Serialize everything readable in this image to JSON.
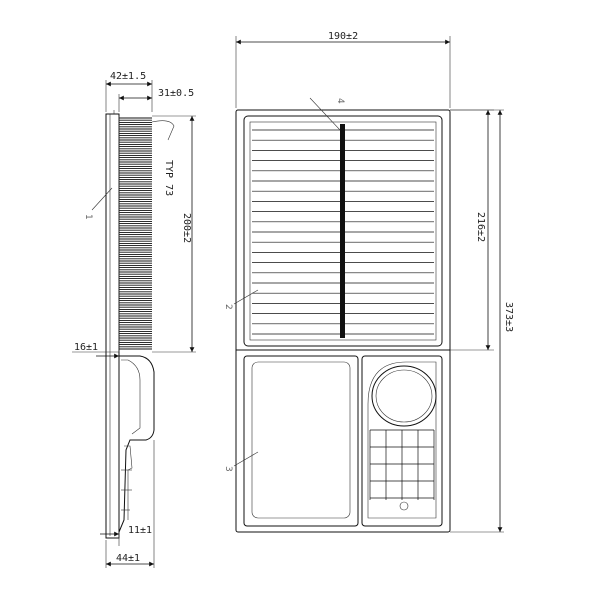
{
  "dimensions": {
    "overall_width": "190±2",
    "flange_depth": "42±1.5",
    "pleat_depth": "31±0.5",
    "pleat_count": "TYP 73",
    "pleat_height": "200±2",
    "side_offset": "16±1",
    "pleated_section_height": "216±2",
    "overall_height": "373±3",
    "bottom_inner": "11±1",
    "bottom_width": "44±1"
  },
  "callouts": {
    "c1": "1",
    "c2": "2",
    "c3": "3",
    "c4": "4"
  },
  "colors": {
    "line": "#111111",
    "background": "#ffffff"
  }
}
